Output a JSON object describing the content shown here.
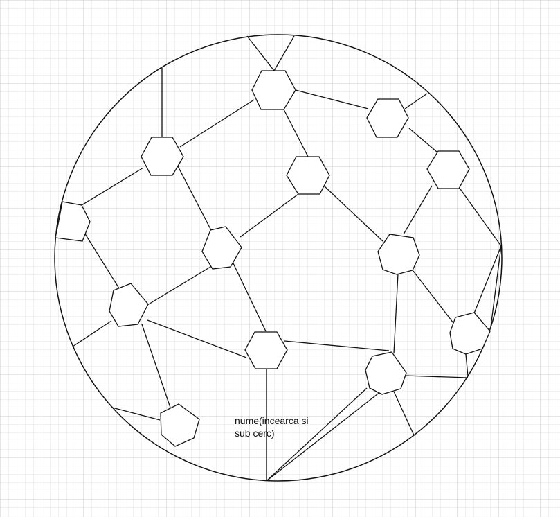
{
  "annotation": {
    "line1": "nume(incearca si",
    "line2": "sub cerc)"
  },
  "colors": {
    "background": "#ffffff",
    "grid_minor": "#e2e2e2",
    "grid_major": "#c9c9c9",
    "stroke": "#111111"
  },
  "hexagons": [
    "hex-1",
    "hex-2",
    "hex-3",
    "hex-4",
    "hex-5",
    "hex-6",
    "hex-7",
    "hex-8",
    "hex-9",
    "hex-10",
    "hex-11",
    "hex-12",
    "hex-13",
    "hex-14"
  ]
}
